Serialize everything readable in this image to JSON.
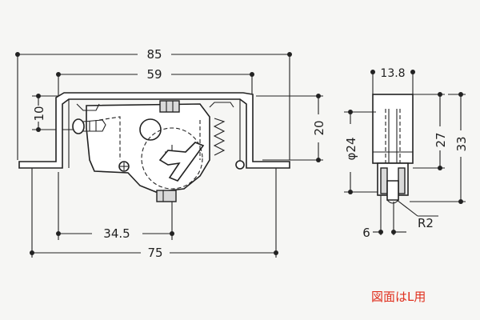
{
  "front_view": {
    "dim_overall_width": "85",
    "dim_inner_width": "59",
    "dim_left_height": "10",
    "dim_right_height": "20",
    "dim_offset": "34.5",
    "dim_bottom_width": "75"
  },
  "side_view": {
    "dim_top_width": "13.8",
    "dim_wheel_diameter": "φ24",
    "dim_mid_height": "27",
    "dim_total_height": "33",
    "dim_bottom_offset": "6",
    "dim_radius": "R2"
  },
  "note": "図面はL用",
  "colors": {
    "ink": "#222222",
    "note": "#e0301e",
    "fill": "#d9d9d9"
  }
}
